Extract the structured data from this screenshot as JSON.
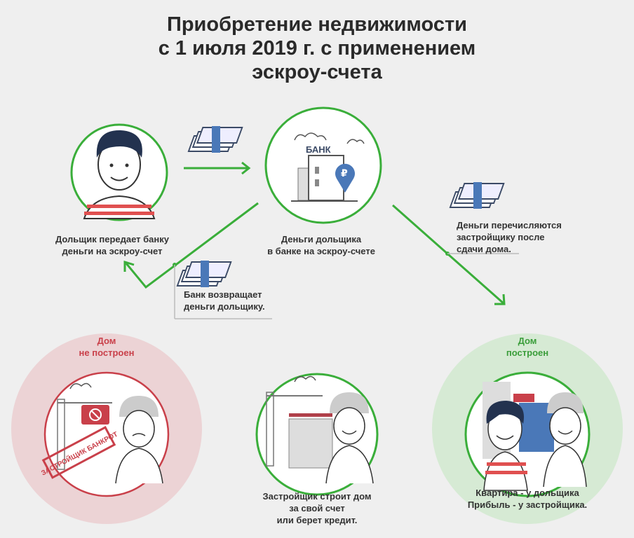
{
  "title": {
    "line1": "Приобретение недвижимости",
    "line2": "с 1 июля 2019 г. с применением",
    "line3": "эскроу-счета"
  },
  "steps": {
    "buyer": {
      "line1": "Дольщик передает банку",
      "line2": "деньги на эскроу-счет"
    },
    "bank": {
      "label": "БАНК",
      "line1": "Деньги дольщика",
      "line2": "в банке на эскроу-счете"
    },
    "transfer": {
      "line1": "Деньги перечисляются",
      "line2": "застройщику после",
      "line3": "сдачи дома."
    },
    "refund": {
      "line1": "Банк возвращает",
      "line2": "деньги дольщику."
    },
    "not_built": {
      "line1": "Дом",
      "line2": "не построен",
      "stamp": "ЗАСТРОЙЩИК БАНКРОТ"
    },
    "building": {
      "line1": "Застройщик строит дом",
      "line2": "за свой счет",
      "line3": "или берет кредит."
    },
    "built": {
      "line1": "Дом",
      "line2": "построен",
      "caption1": "Квартира - у дольщика",
      "caption2": "Прибыль - у застройщика."
    }
  },
  "colors": {
    "green": "#3aae3a",
    "red": "#c9404a",
    "background": "#efefef"
  }
}
